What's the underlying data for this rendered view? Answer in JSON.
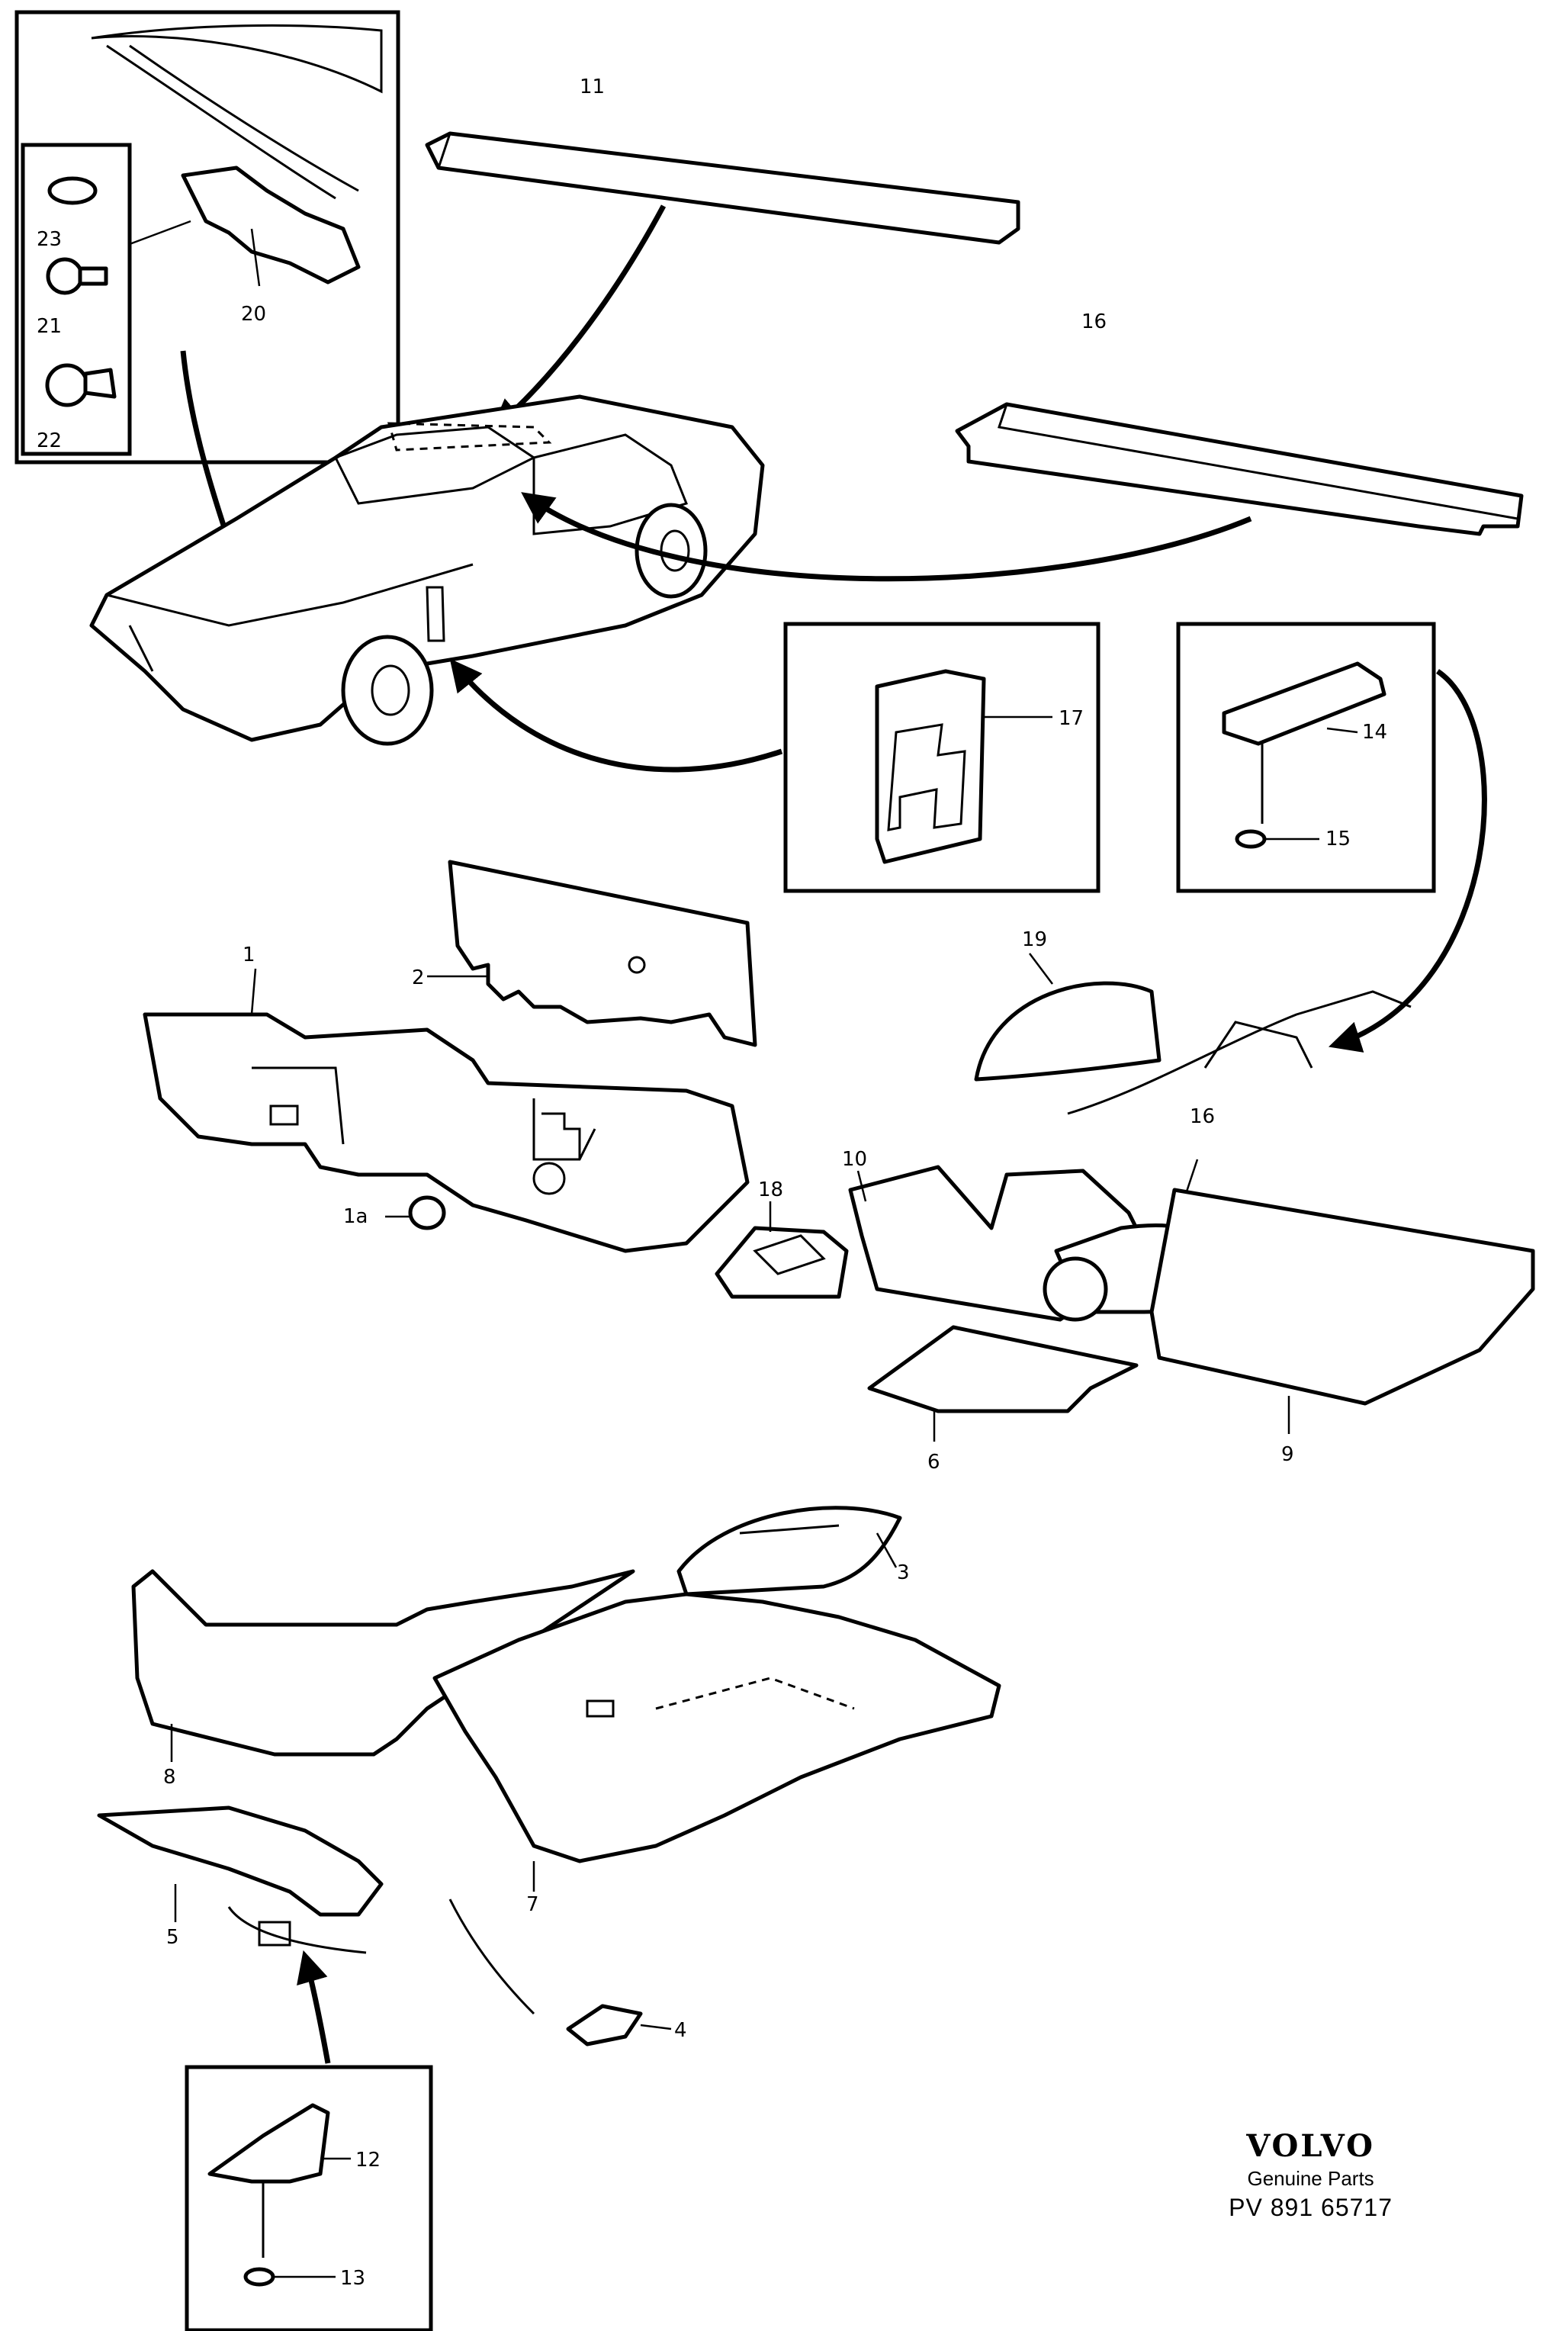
{
  "callouts": {
    "p1": "1",
    "p1a": "1a",
    "p2": "2",
    "p3": "3",
    "p4": "4",
    "p5": "5",
    "p6": "6",
    "p7": "7",
    "p8": "8",
    "p9": "9",
    "p10": "10",
    "p11": "11",
    "p12": "12",
    "p13": "13",
    "p14": "14",
    "p15": "15",
    "p16a": "16",
    "p16b": "16",
    "p17": "17",
    "p18": "18",
    "p19": "19",
    "p20": "20",
    "p21": "21",
    "p22": "22",
    "p23": "23"
  },
  "brand": {
    "logo": "VOLVO",
    "subtitle": "Genuine Parts",
    "part_number": "PV 891 65717"
  }
}
